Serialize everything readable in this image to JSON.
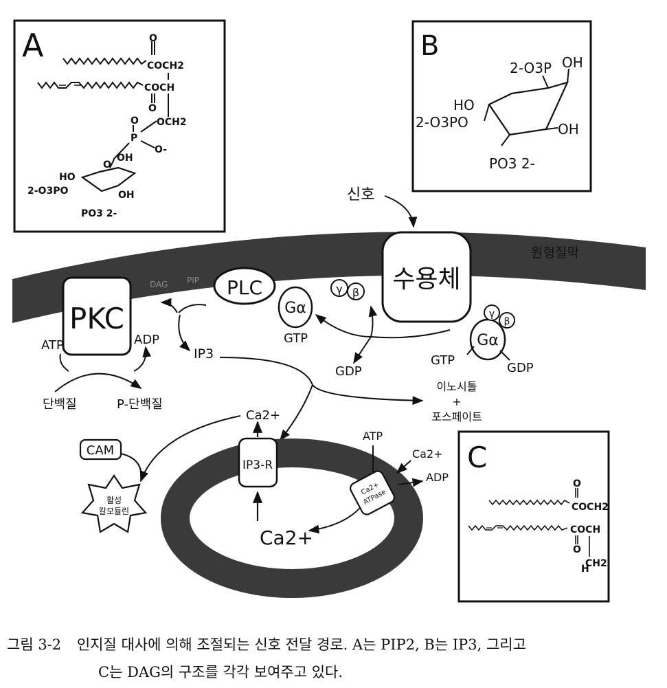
{
  "panels": {
    "a": {
      "letter": "A"
    },
    "b": {
      "letter": "B"
    },
    "c": {
      "letter": "C"
    }
  },
  "labels": {
    "signal": "신호",
    "plasma_membrane": "원형질막",
    "receptor": "수용체",
    "plc": "PLC",
    "pkc": "PKC",
    "g_alpha": "Gα",
    "gamma": "γ",
    "beta": "β",
    "gtp": "GTP",
    "gdp": "GDP",
    "atp": "ATP",
    "adp": "ADP",
    "ip3": "IP3",
    "dag": "DAG",
    "pip": "PIP",
    "protein": "단백질",
    "p_protein": "P-단백질",
    "inositol": "이노시톨",
    "plus": "+",
    "phosphate": "포스페이트",
    "ca2": "Ca2+",
    "cam": "CAM",
    "ip3r": "IP3-R",
    "ca_atpase_line1": "Ca2+",
    "ca_atpase_line2": "ATPase",
    "active_line1": "활성",
    "active_line2": "칼모듈린"
  },
  "chemistry": {
    "pip2_acyl1": "COCH2",
    "pip2_acyl2": "COCH",
    "pip2_ch2": "OCH2",
    "pip2_p": "P",
    "pip2_o": "O",
    "pip2_o_minus": "O-",
    "pip2_ho": "HO",
    "pip2_oh": "OH",
    "pip2_po3": "2-O3PO",
    "pip2_po3b": "PO3 2-",
    "ip3_o3p_top": "2-O3P",
    "ip3_oh_top": "OH",
    "ip3_ho": "HO",
    "ip3_o3po": "2-O3PO",
    "ip3_oh_right": "OH",
    "ip3_po3": "PO3 2-",
    "dag_cooch2": "COCH2",
    "dag_coch": "COCH",
    "dag_ch2": "CH2",
    "dag_h": "H"
  },
  "caption": {
    "number": "그림 3-2",
    "line1": "인지질 대사에 의해 조절되는 신호 전달 경로. A는 PIP2, B는 IP3, 그리고",
    "line2": "C는 DAG의 구조를 각각 보여주고 있다."
  }
}
